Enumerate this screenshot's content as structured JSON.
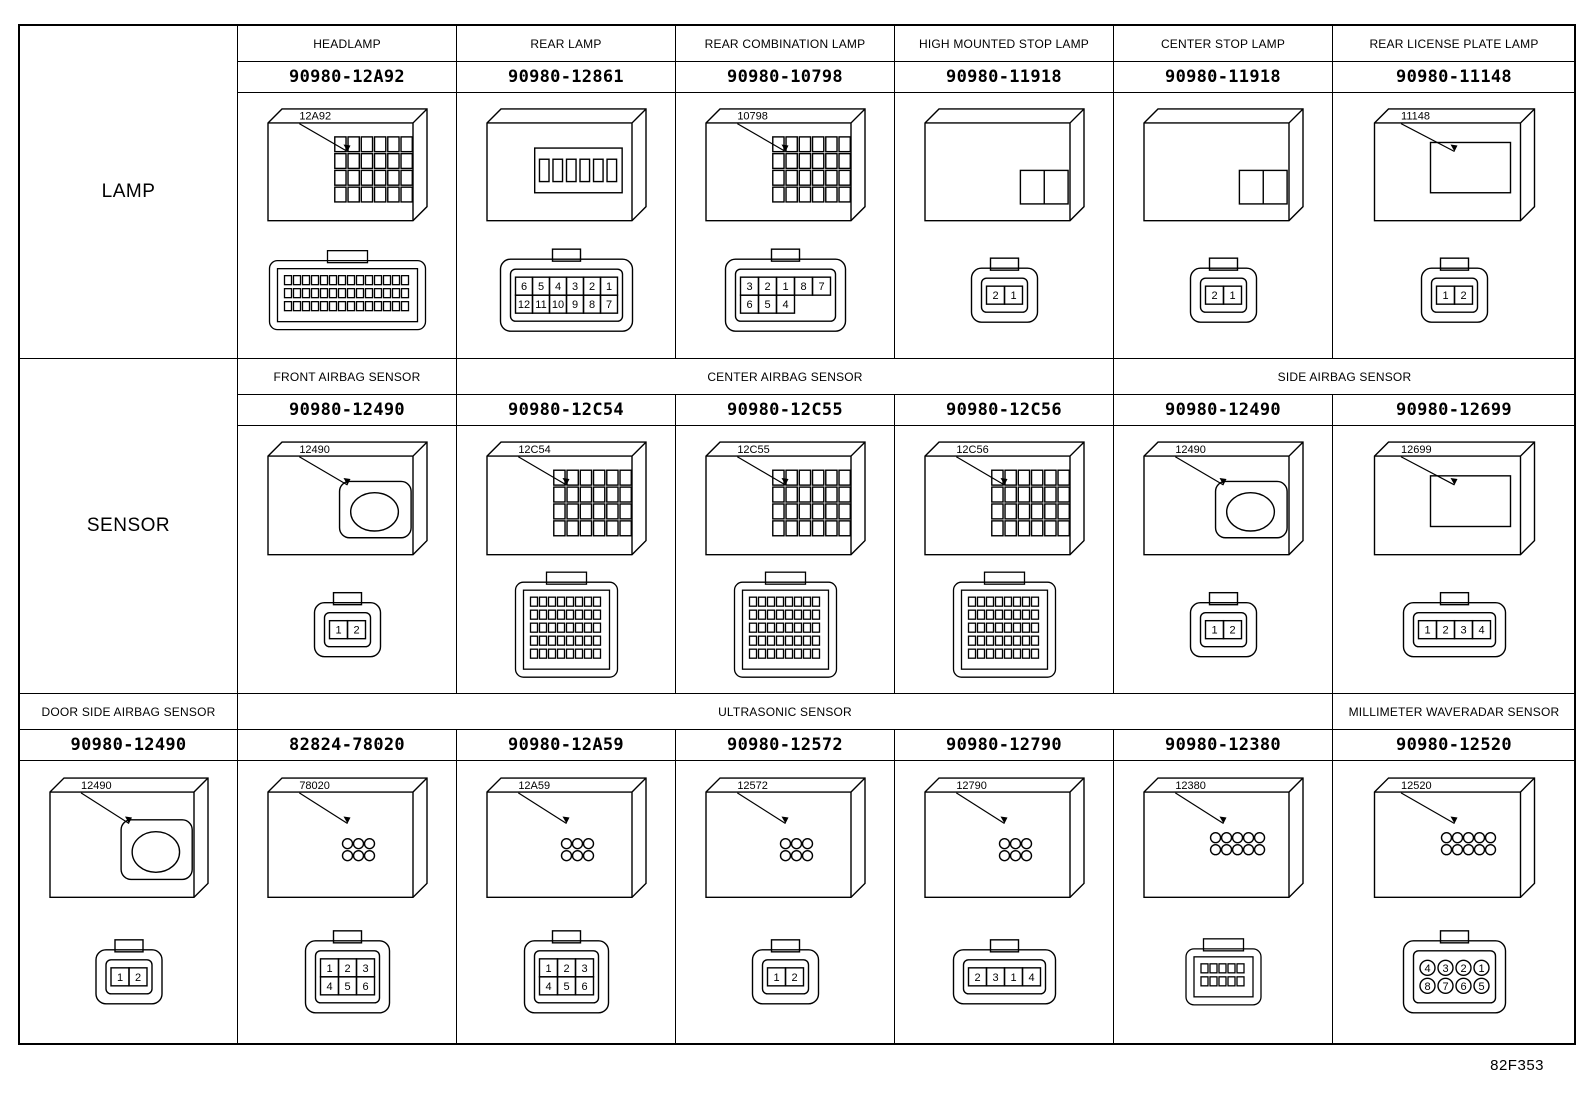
{
  "rows": [
    {
      "category": "LAMP",
      "groups": [
        "HEADLAMP",
        "REAR LAMP",
        "REAR COMBINATION LAMP",
        "HIGH MOUNTED STOP LAMP",
        "CENTER STOP LAMP",
        "REAR LICENSE PLATE LAMP"
      ],
      "parts": [
        "90980-12A92",
        "90980-12861",
        "90980-10798",
        "90980-11918",
        "90980-11918",
        "90980-11148"
      ],
      "callouts": [
        "12A92",
        "",
        "10798",
        "",
        "",
        "11148"
      ],
      "pins": [
        [],
        [
          "6",
          "5",
          "4",
          "3",
          "2",
          "1",
          "12",
          "11",
          "10",
          "9",
          "8",
          "7"
        ],
        [
          "3",
          "2",
          "1",
          "8",
          "7",
          "6",
          "5",
          "4"
        ],
        [
          "2",
          "1"
        ],
        [
          "2",
          "1"
        ],
        [
          "1",
          "2"
        ]
      ]
    },
    {
      "category": "SENSOR",
      "groups": [
        "FRONT AIRBAG SENSOR",
        "CENTER AIRBAG SENSOR",
        "SIDE AIRBAG SENSOR"
      ],
      "parts": [
        "90980-12490",
        "90980-12C54",
        "90980-12C55",
        "90980-12C56",
        "90980-12490",
        "90980-12699"
      ],
      "callouts": [
        "12490",
        "12C54",
        "12C55",
        "12C56",
        "12490",
        "12699"
      ],
      "pins": [
        [
          "1",
          "2"
        ],
        [],
        [],
        [],
        [
          "1",
          "2"
        ],
        [
          "1",
          "2",
          "3",
          "4"
        ]
      ]
    },
    {
      "category": "DOOR SIDE AIRBAG SENSOR",
      "groups": [
        "ULTRASONIC SENSOR",
        "MILLIMETER WAVE RADAR SENSOR"
      ],
      "group_lines": [
        "MILLIMETER WAVE",
        "RADAR SENSOR"
      ],
      "parts": [
        "90980-12490",
        "82824-78020",
        "90980-12A59",
        "90980-12572",
        "90980-12790",
        "90980-12380",
        "90980-12520"
      ],
      "callouts": [
        "12490",
        "78020",
        "12A59",
        "12572",
        "12790",
        "12380",
        "12520"
      ],
      "pins": [
        [
          "1",
          "2"
        ],
        [
          "1",
          "2",
          "3",
          "4",
          "5",
          "6"
        ],
        [
          "1",
          "2",
          "3",
          "4",
          "5",
          "6"
        ],
        [
          "1",
          "2"
        ],
        [
          "2",
          "3",
          "1",
          "4"
        ],
        [],
        [
          "4",
          "3",
          "2",
          "1",
          "8",
          "7",
          "6",
          "5"
        ]
      ]
    }
  ],
  "figure_id": "82F353"
}
